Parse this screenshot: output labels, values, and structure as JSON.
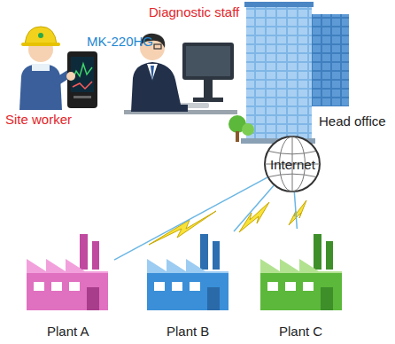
{
  "diagram": {
    "nodes": [
      {
        "text": [
          "Head office"
        ]
      },
      {
        "text": [
          "Internet"
        ]
      },
      {
        "text": [
          "Plant A"
        ]
      },
      {
        "text": [
          "Plant B"
        ]
      },
      {
        "text": [
          "Plant C"
        ]
      }
    ],
    "edges": [
      {
        "from": 0,
        "to": 1,
        "arrow": "none"
      },
      {
        "from": 1,
        "to": 2,
        "arrow": "none"
      },
      {
        "from": 1,
        "to": 3,
        "arrow": "none"
      },
      {
        "from": 1,
        "to": 4,
        "arrow": "none"
      }
    ],
    "labels": [
      "Diagnostic staff",
      "MK-220HG",
      "Site worker"
    ]
  }
}
